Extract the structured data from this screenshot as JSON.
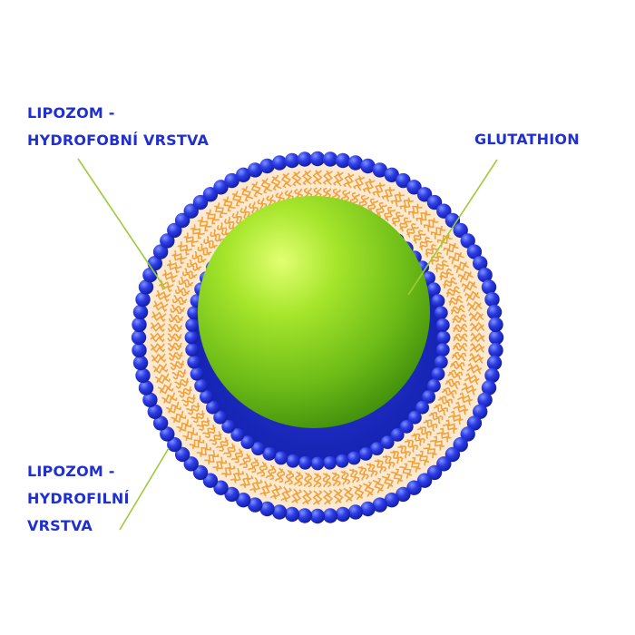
{
  "labels": {
    "hydrophobic": [
      "LIPOZOM -",
      "HYDROFOBNÍ VRSTVA"
    ],
    "glutathion": [
      "GLUTATHION"
    ],
    "hydrophilic": [
      "LIPOZOM -",
      "HYDROFILNÍ",
      "VRSTVA"
    ]
  },
  "colors": {
    "label_text": "#1f2fd0",
    "leader_line": "#9ccc3a",
    "head_dark": "#0f1a9e",
    "head_mid": "#2838e0",
    "head_light": "#6f86ff",
    "tail": "#f0a23c",
    "core_light": "#d6ff5c",
    "core_mid": "#7ccc1e",
    "core_dark": "#3d8a10"
  }
}
